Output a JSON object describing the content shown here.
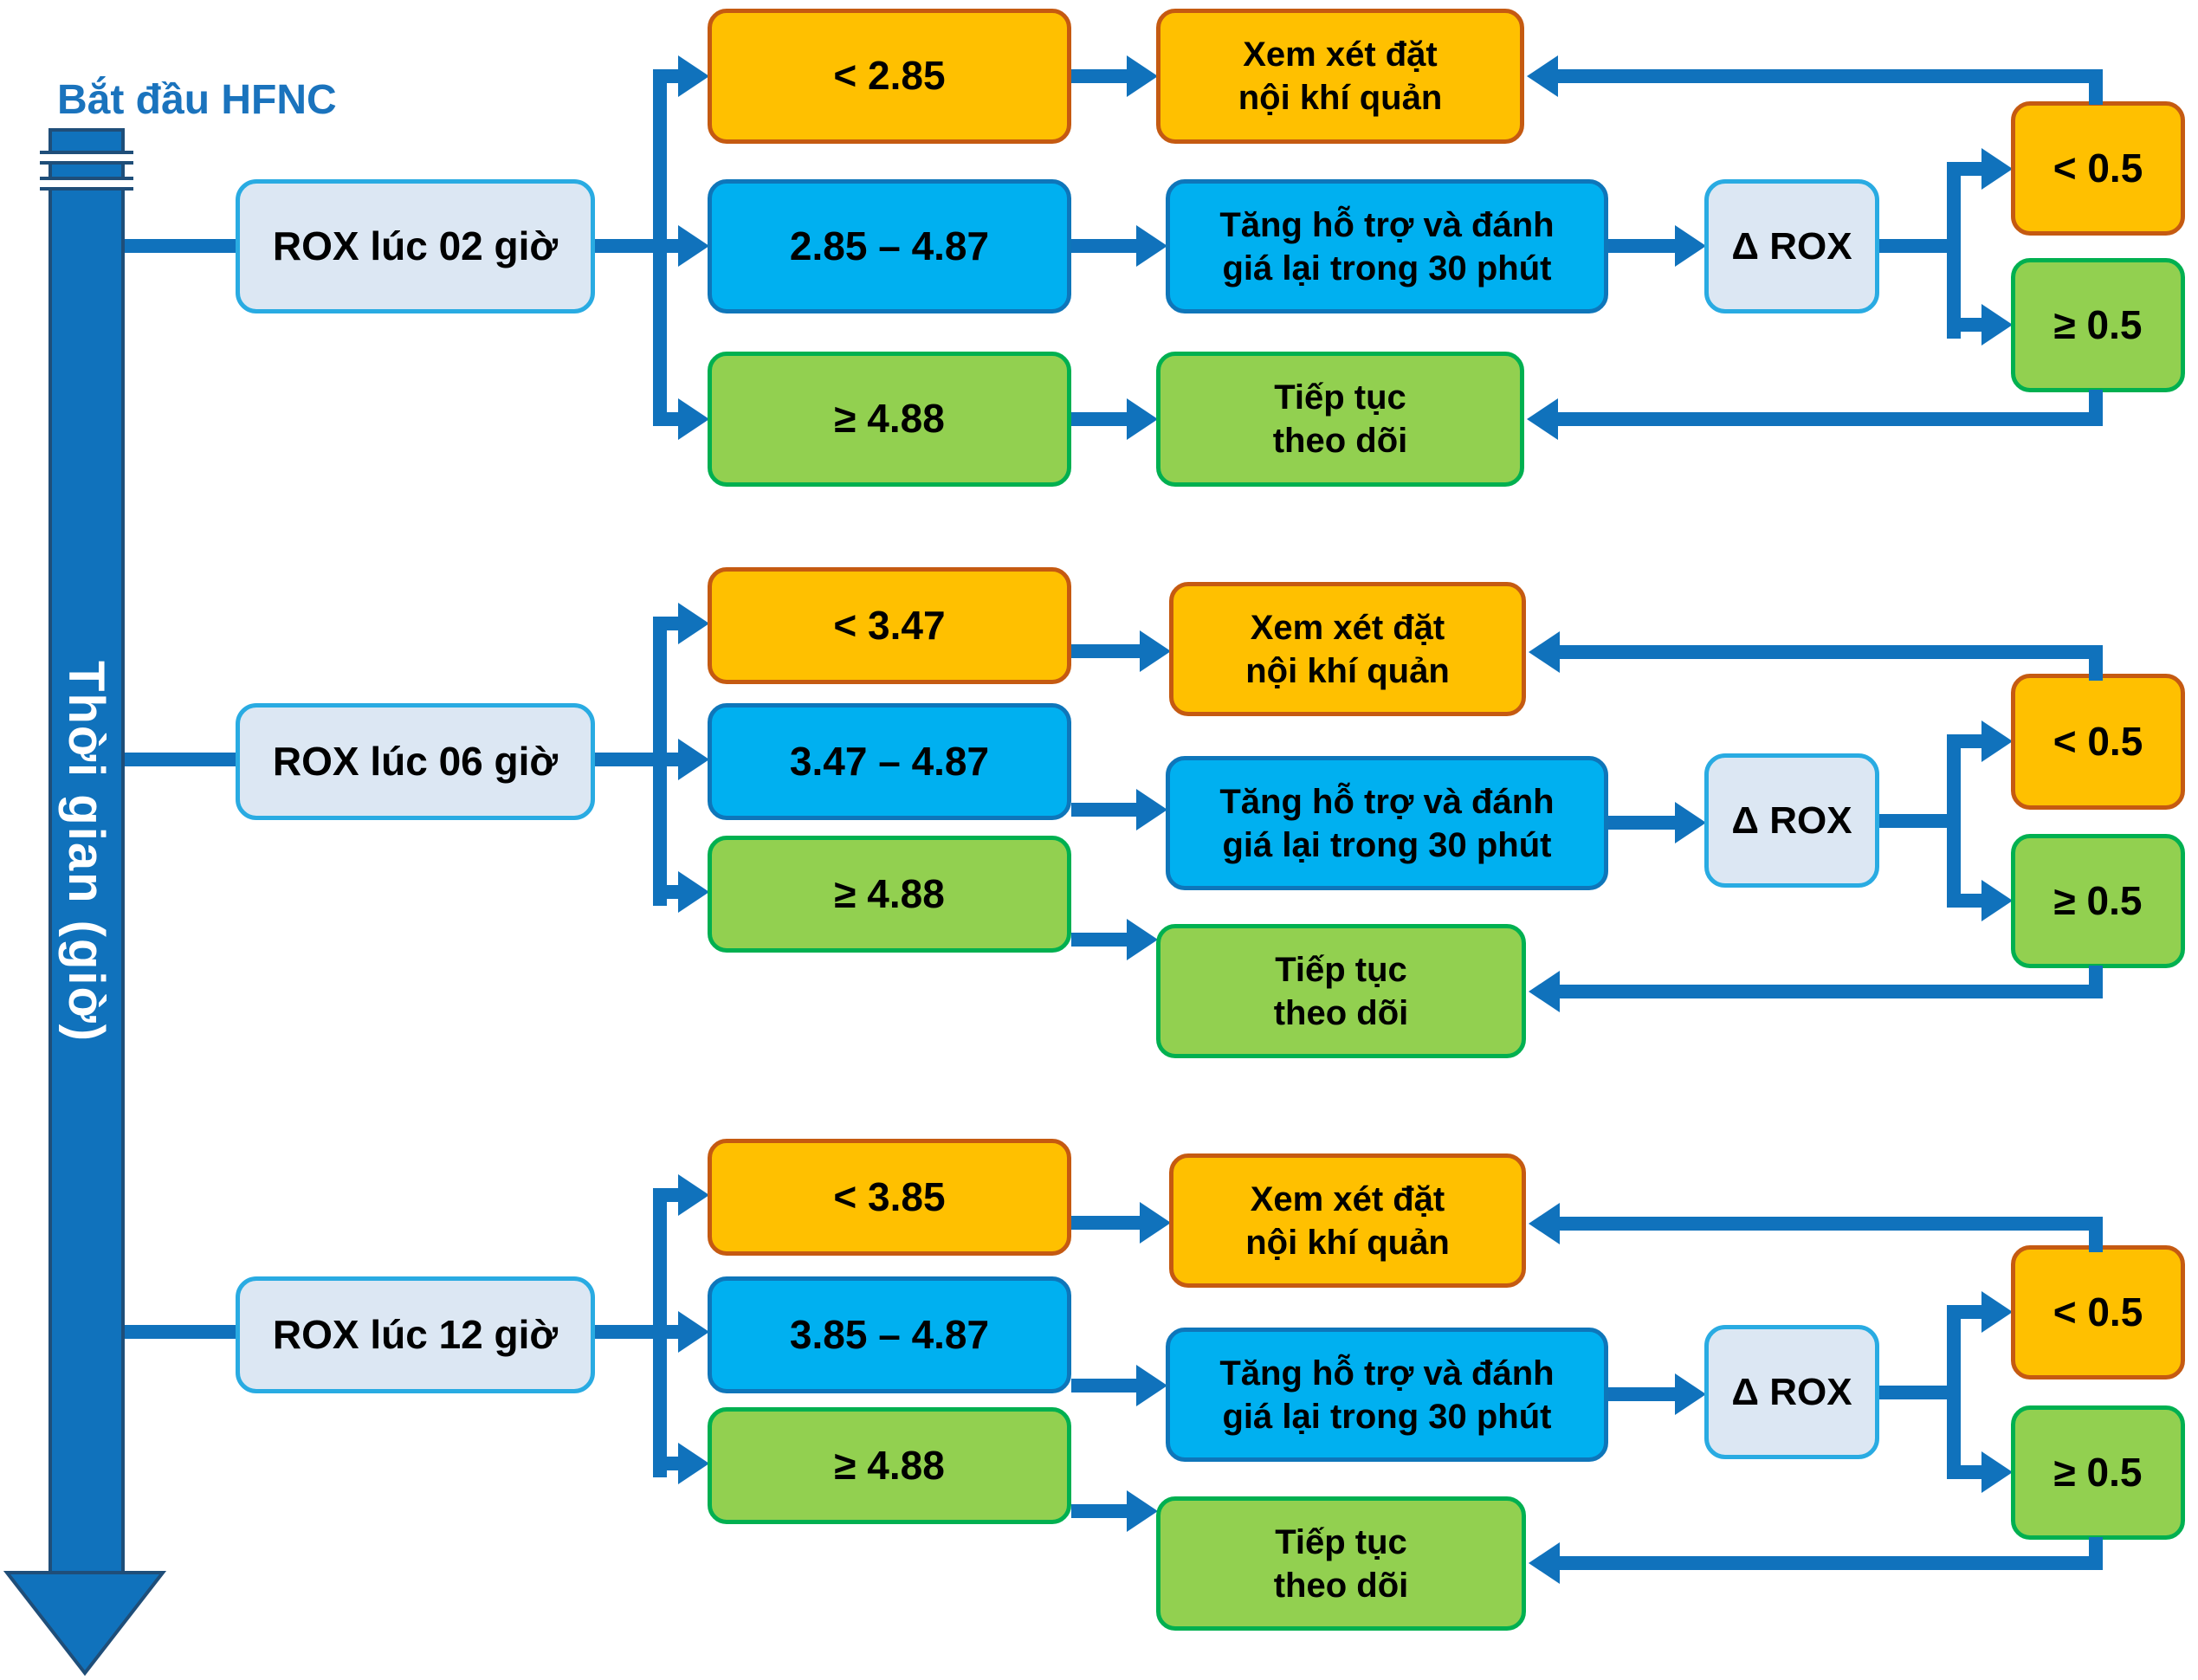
{
  "title": "Bắt đầu HFNC",
  "time_axis_label": "Thời gian (giờ)",
  "colors": {
    "connector_blue": "#1072bc",
    "axis_border": "#1f4e79",
    "node_orange": "#ffc000",
    "node_orange_border": "#c55a11",
    "node_blue": "#00b0f0",
    "node_green": "#92d050",
    "node_green_border": "#00b050",
    "node_light": "#dce7f3",
    "node_light_border": "#29abe2",
    "title_blue": "#1a73bd"
  },
  "rows": [
    {
      "rox_label": "ROX lúc 02 giờ",
      "low": "< 2.85",
      "mid": "2.85 – 4.87",
      "high": "≥ 4.88",
      "intubate": "Xem xét đặt\nnội khí quản",
      "escalate": "Tăng hỗ trợ và đánh\ngiá lại trong 30 phút",
      "monitor": "Tiếp tục\ntheo dõi",
      "delta": "Δ ROX",
      "delta_low": "< 0.5",
      "delta_high": "≥ 0.5"
    },
    {
      "rox_label": "ROX lúc 06 giờ",
      "low": "< 3.47",
      "mid": "3.47 – 4.87",
      "high": "≥ 4.88",
      "intubate": "Xem xét đặt\nnội khí quản",
      "escalate": "Tăng hỗ trợ và đánh\ngiá lại trong 30 phút",
      "monitor": "Tiếp tục\ntheo dõi",
      "delta": "Δ ROX",
      "delta_low": "< 0.5",
      "delta_high": "≥ 0.5"
    },
    {
      "rox_label": "ROX lúc 12 giờ",
      "low": "< 3.85",
      "mid": "3.85 – 4.87",
      "high": "≥ 4.88",
      "intubate": "Xem xét đặt\nnội khí quản",
      "escalate": "Tăng hỗ trợ và đánh\ngiá lại trong 30 phút",
      "monitor": "Tiếp tục\ntheo dõi",
      "delta": "Δ ROX",
      "delta_low": "< 0.5",
      "delta_high": "≥ 0.5"
    }
  ]
}
